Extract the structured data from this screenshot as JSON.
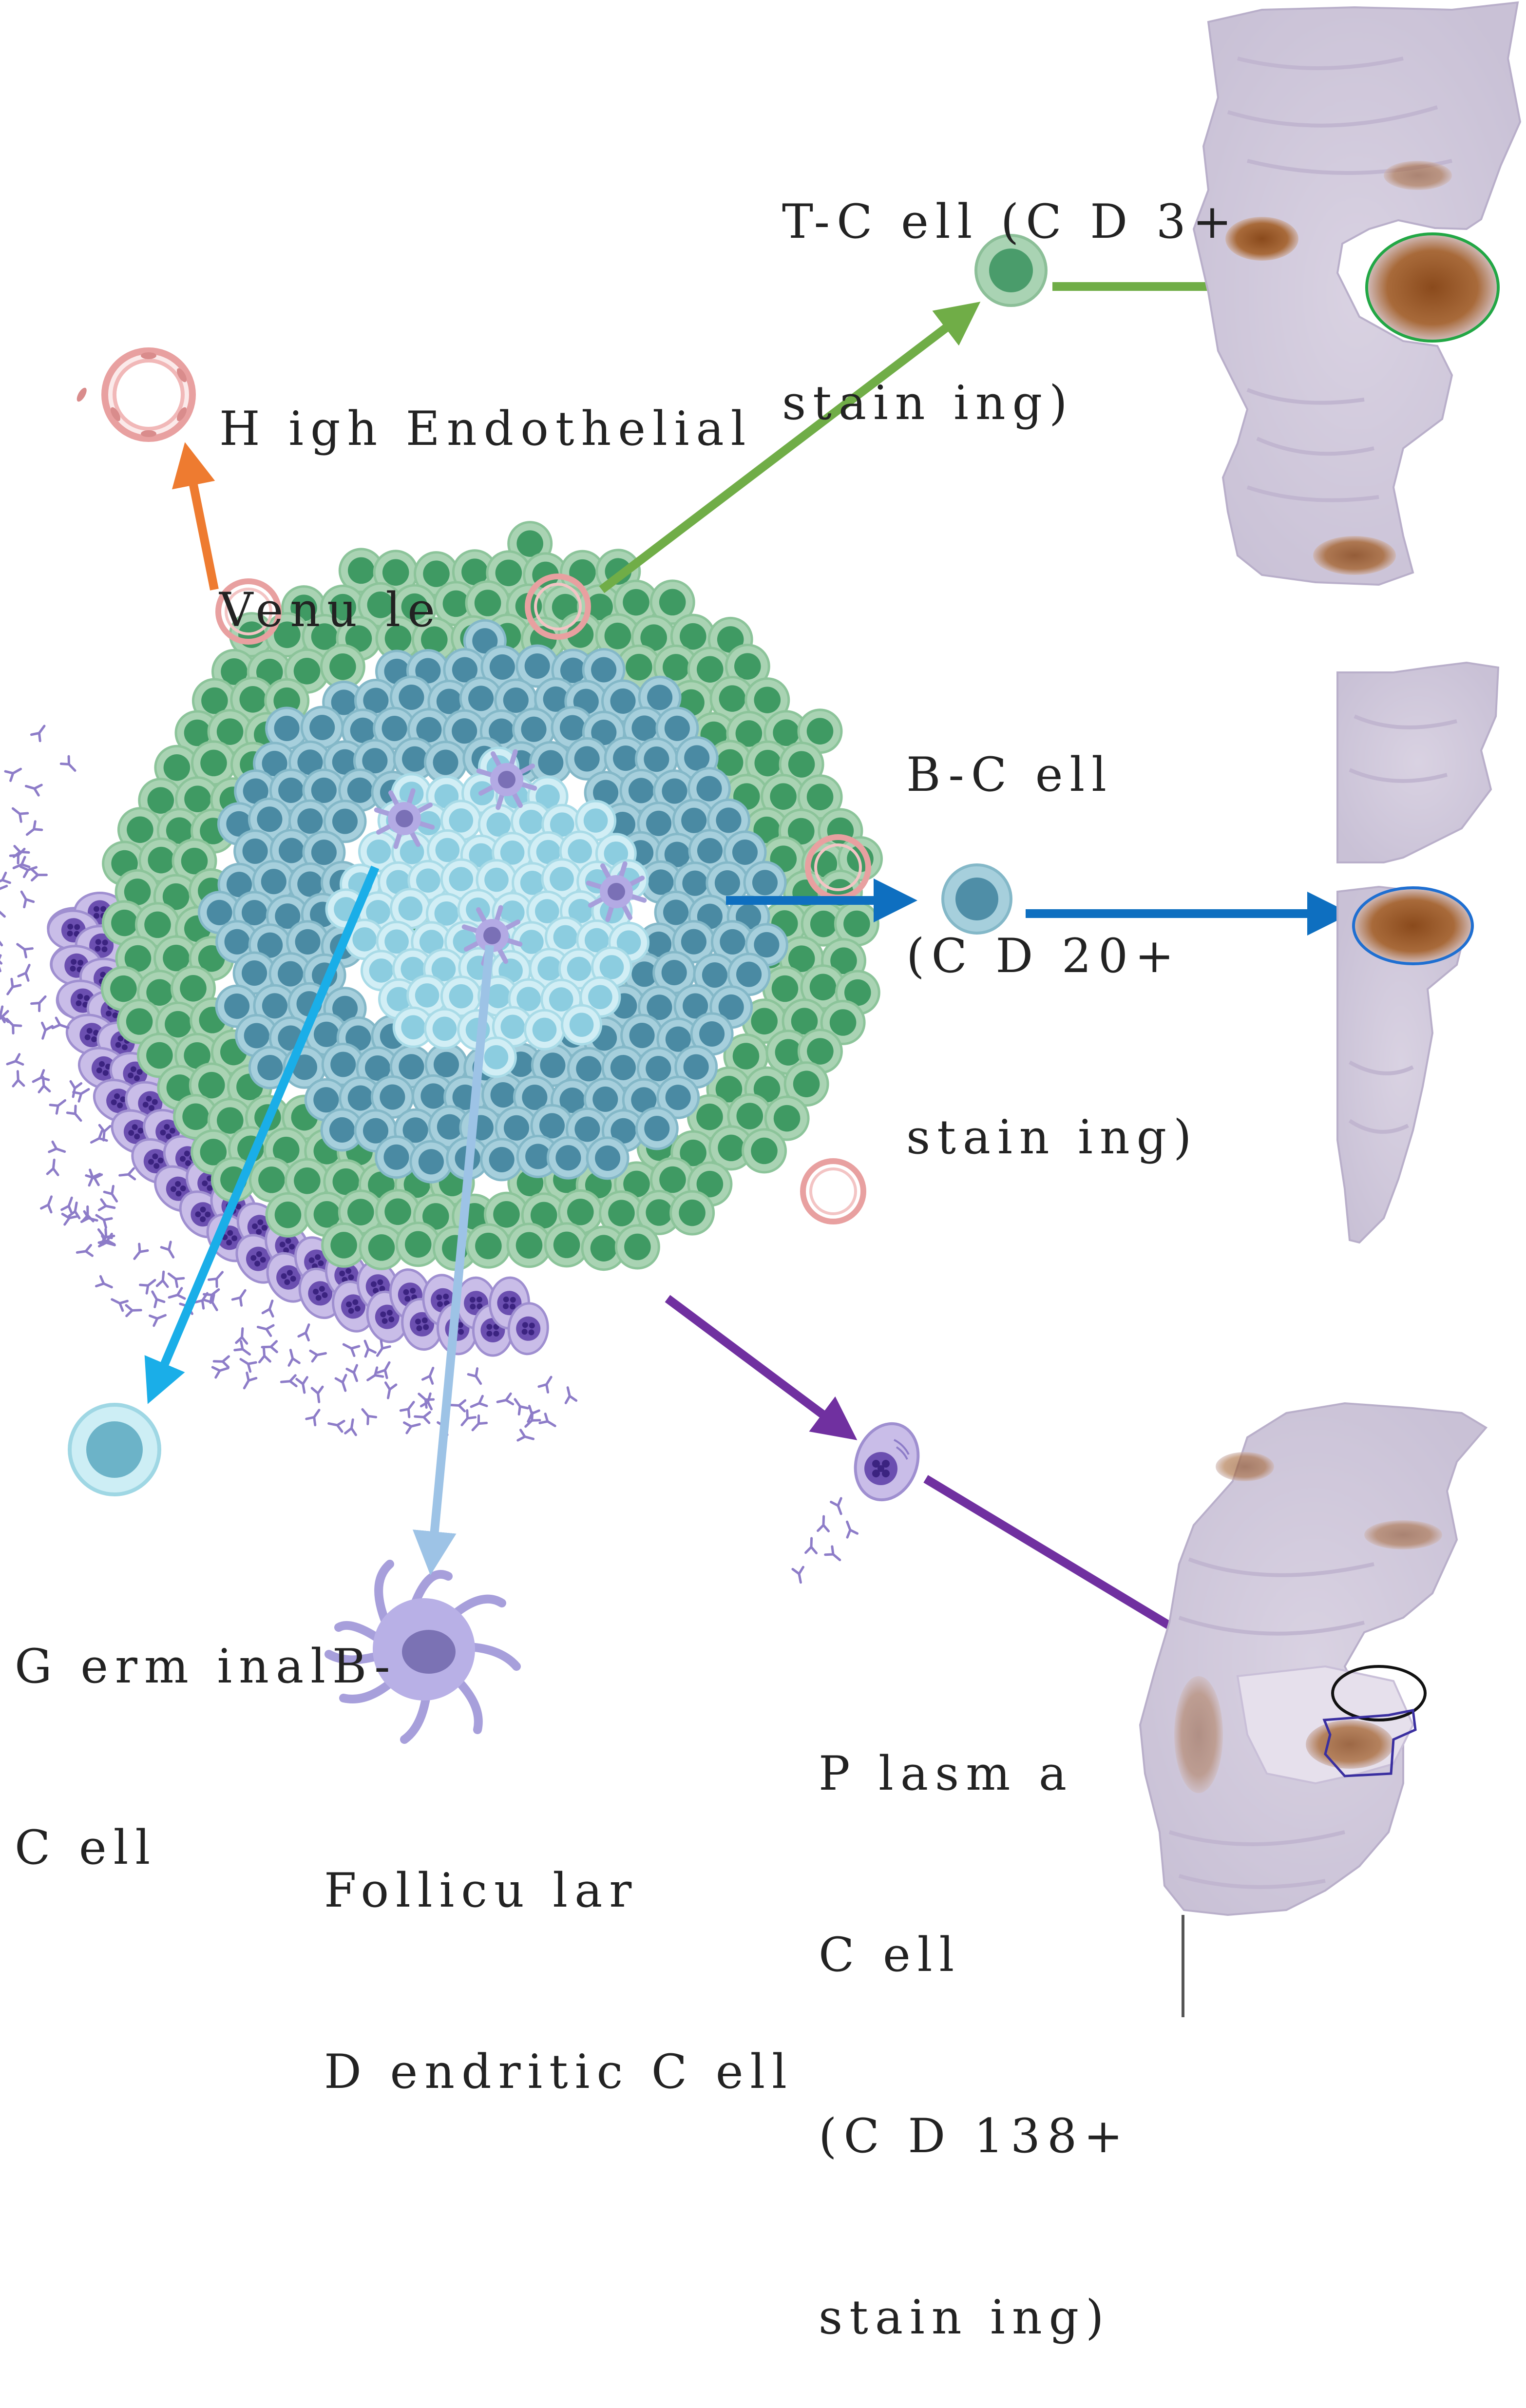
{
  "labels": {
    "hev": {
      "line1": "H igh Endothelial",
      "line2": "Venu le"
    },
    "tcell": {
      "line1": "T-C ell (C D 3+",
      "line2": "stain ing)"
    },
    "bcell": {
      "line1": "B-C ell",
      "line2": "(C D 20+",
      "line3": "stain ing)"
    },
    "germinal": {
      "line1": "G erm inalB-",
      "line2": "C ell"
    },
    "fdc": {
      "line1": "Follicu lar",
      "line2": "D endritic C ell"
    },
    "plasma": {
      "line1": "P lasm a",
      "line2": "C ell",
      "line3": "(C D 138+",
      "line4": "stain ing)"
    }
  },
  "colors": {
    "hev": "#e8a0a0",
    "arrow_hev": "#ee7b30",
    "tcell": "#6fb07c",
    "arrow_tcell": "#70ad47",
    "bcell": "#5b9bb5",
    "arrow_bcell": "#0e6fc0",
    "germinal": "#b5e3ee",
    "arrow_germinal": "#1aaee8",
    "fdc": "#a79fdb",
    "arrow_fdc": "#9dc3e6",
    "plasma": "#8c6cc4",
    "arrow_plasma": "#7030a0",
    "tissue": "#ddd6e6",
    "stain": "#9b5a2a"
  }
}
